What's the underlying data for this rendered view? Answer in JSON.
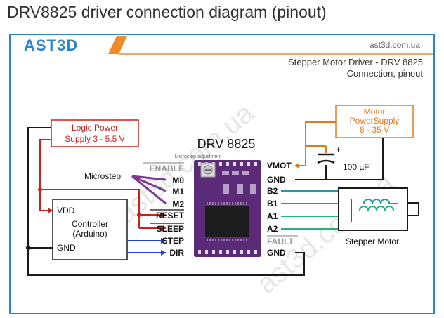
{
  "page_title": "DRV8825 driver connection diagram (pinout)",
  "brand": {
    "logo": "AST3D",
    "url": "ast3d.com.ua",
    "watermark": "ast3d.com.ua"
  },
  "header": {
    "title_line1": "Stepper Motor Driver - DRV 8825",
    "title_line2": "Connection, pinout"
  },
  "logic_power": {
    "line1": "Logic Power",
    "line2": "Supply  3 - 5.5 V"
  },
  "motor_power": {
    "line1": "Motor",
    "line2": "PowerSupply",
    "line3": "8 - 35 V"
  },
  "controller": {
    "name_line1": "Controller",
    "name_line2": "(Arduino)",
    "vdd": "VDD",
    "gnd": "GND"
  },
  "microstep_label": "Microstep",
  "driver": {
    "name": "DRV 8825",
    "caption": "Microstep adjustment",
    "left_pins": [
      "ENABLE",
      "M0",
      "M1",
      "M2",
      "RESET",
      "SLEEP",
      "STEP",
      "DIR"
    ],
    "right_pins": [
      "VMOT",
      "GND",
      "B2",
      "B1",
      "A1",
      "A2",
      "FAULT",
      "GND"
    ]
  },
  "capacitor": {
    "polarity": "+",
    "value": "100 µF"
  },
  "stepper_motor_label": "Stepper Motor",
  "colors": {
    "logic": "#cc1f1f",
    "motor_supply": "#e07b1c",
    "signal": "#1f3fd6",
    "microstep": "#7e3b94",
    "coil_a": "#29b378",
    "coil_b": "#2799a6",
    "ground": "#1a1a1a",
    "board": "#5b2a78",
    "brand_orange": "#f08a2a",
    "brand_blue": "#2a86c7"
  }
}
